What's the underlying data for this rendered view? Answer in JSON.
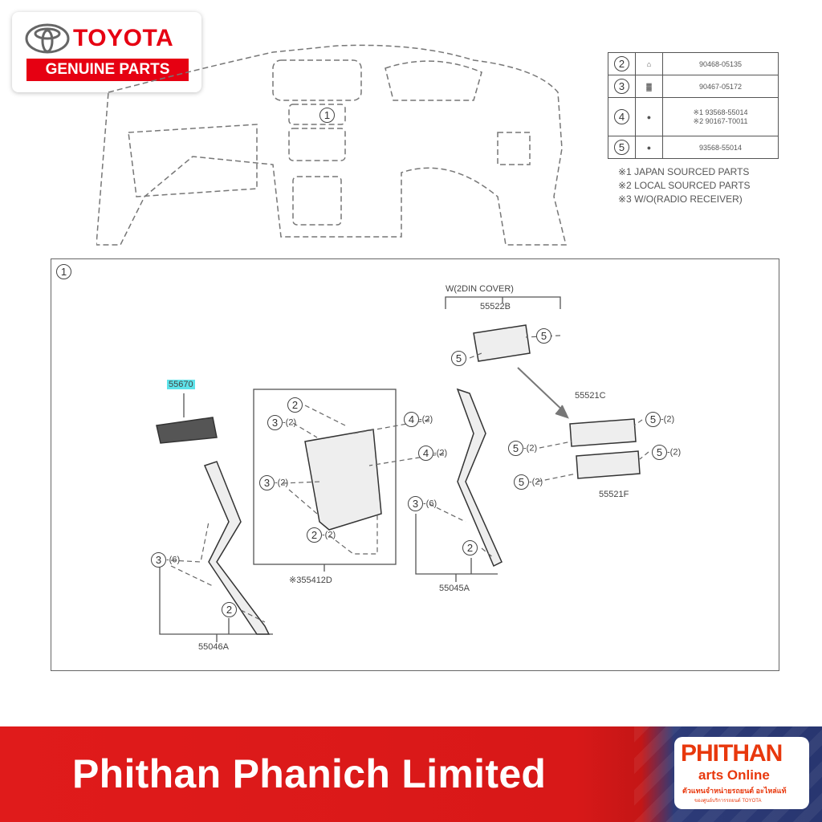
{
  "brand": {
    "name": "TOYOTA",
    "tagline": "GENUINE PARTS",
    "color": "#e60012"
  },
  "legend_table": {
    "rows": [
      {
        "ref": "2",
        "icon": "clip-icon",
        "parts": [
          "90468-05135"
        ]
      },
      {
        "ref": "3",
        "icon": "clip-icon",
        "parts": [
          "90467-05172"
        ]
      },
      {
        "ref": "4",
        "icon": "screw-icon",
        "parts": [
          "※1 93568-55014",
          "※2 90167-T0011"
        ]
      },
      {
        "ref": "5",
        "icon": "screw-icon",
        "parts": [
          "93568-55014"
        ]
      }
    ],
    "notes": [
      "※1 JAPAN SOURCED PARTS",
      "※2 LOCAL SOURCED PARTS",
      "※3 W/O(RADIO RECEIVER)"
    ]
  },
  "overview": {
    "callout": "1"
  },
  "detail": {
    "callout": "1",
    "cover_group": "W(2DIN COVER)",
    "parts": {
      "p55522b": "55522B",
      "p55521c": "55521C",
      "p55521f": "55521F",
      "p55670": "55670",
      "p55412d": "※355412D",
      "p55046a": "55046A",
      "p55045a": "55045A"
    },
    "qty2": "-(2)",
    "qty6": "-(6)",
    "highlight_color": "#5ee3ea"
  },
  "footer": {
    "company": "Phithan Phanich Limited",
    "logo_text": "PHITHAN",
    "logo_sub": "arts Online",
    "logo_thai": "ตัวแทนจำหน่ายรถยนต์ อะไหล่แท้",
    "logo_thai2": "ของศูนย์บริการรถยนต์ TOYOTA",
    "accent": "#e01b1b",
    "blue": "#2d3b78"
  }
}
